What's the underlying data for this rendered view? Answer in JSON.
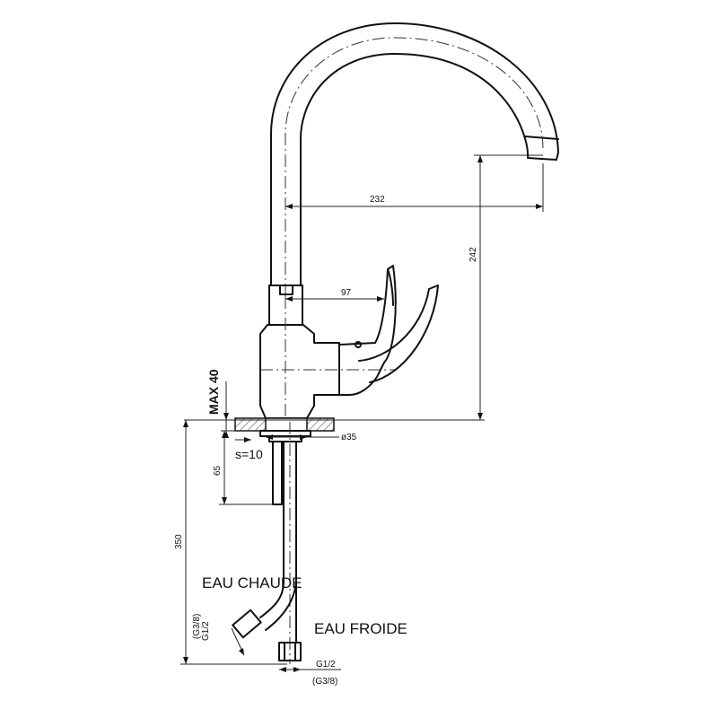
{
  "dimensions": {
    "spout_reach": "232",
    "spout_height": "242",
    "lever_reach": "97",
    "max_counter": "MAX 40",
    "hole_diameter": "ø35",
    "plate_thickness": "s=10",
    "shank_length": "65",
    "hose_length": "350"
  },
  "labels": {
    "hot": "EAU CHAUDE",
    "cold": "EAU FROIDE",
    "hot_thread_main": "G1/2",
    "hot_thread_alt": "(G3/8)",
    "cold_thread_main": "G1/2",
    "cold_thread_alt": "(G3/8)"
  }
}
